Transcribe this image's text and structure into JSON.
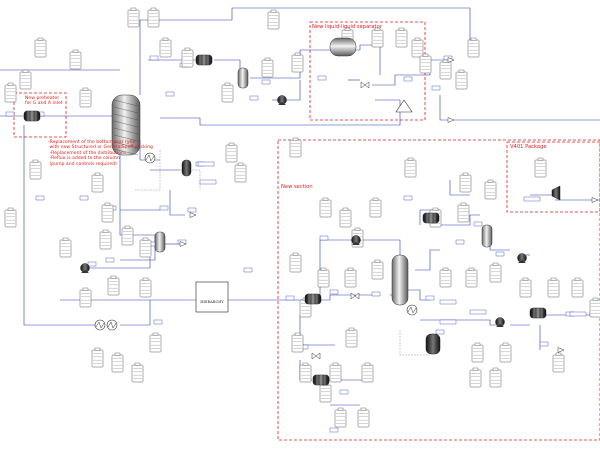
{
  "sections": {
    "liquid_separator": "New liquid-liquid separator",
    "new_section": "New section",
    "package": "V401 Package"
  },
  "notes": {
    "preheater": "New preheater\nfor G and A inlet",
    "replacement": "-Replacement of the bottom tear (ynx\n with new Structured or GeneralSpeff packing\n -Replacement of the distributions\n -Reflux is added to the column\n (pump and controls required)"
  },
  "box_label": "HIERARCHY",
  "colors": {
    "stream": "#2b3eb8",
    "annotation": "#e0201b",
    "equipment_dark": "#3a3a3a",
    "recycle_dashed": "#9a9a9a"
  }
}
